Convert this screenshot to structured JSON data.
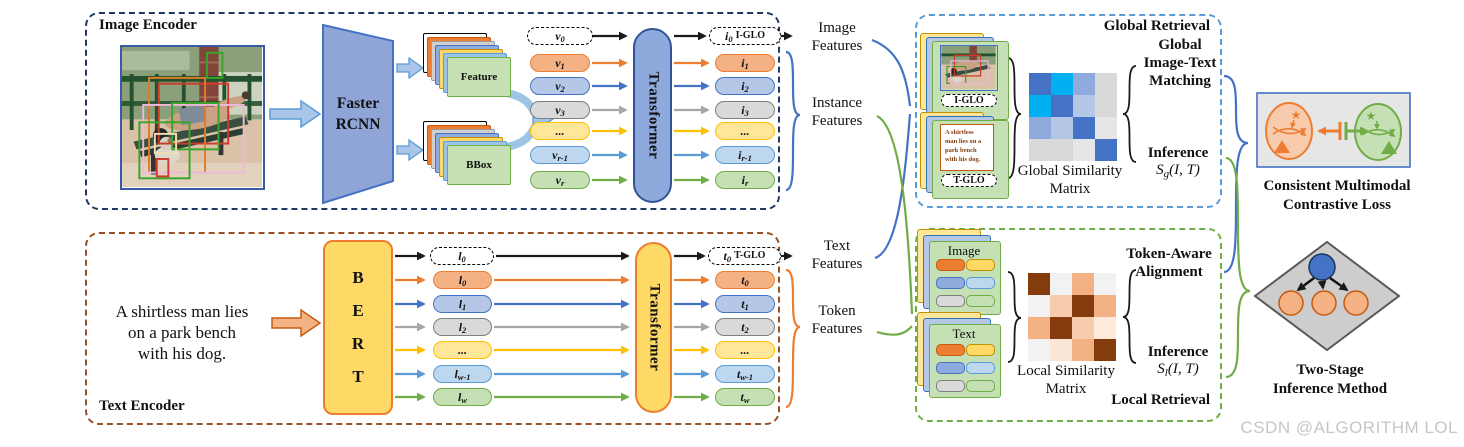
{
  "palette": {
    "orange": "#ED7D31",
    "blue": "#4472C4",
    "light_blue": "#5B9BD5",
    "gray": "#A6A6A6",
    "yellow": "#FFC000",
    "green": "#70AD47",
    "cyan": "#00B0F0",
    "brown": "#843C0C"
  },
  "image_encoder": {
    "title": "Image Encoder",
    "rcnn_lines": [
      "Faster",
      "RCNN"
    ],
    "feature_label": "Feature",
    "bbox_label": "BBox",
    "transformer_label": "Transformer",
    "inputs": [
      {
        "base": "v",
        "sub": "0"
      },
      {
        "base": "v",
        "sub": "1"
      },
      {
        "base": "v",
        "sub": "2"
      },
      {
        "base": "v",
        "sub": "3"
      },
      {
        "base": "...",
        "sub": ""
      },
      {
        "base": "v",
        "sub": "r-1"
      },
      {
        "base": "v",
        "sub": "r"
      }
    ],
    "outputs": [
      {
        "base": "i",
        "sub": "0",
        "suffix": "I-GLO"
      },
      {
        "base": "i",
        "sub": "1"
      },
      {
        "base": "i",
        "sub": "2"
      },
      {
        "base": "i",
        "sub": "3"
      },
      {
        "base": "...",
        "sub": ""
      },
      {
        "base": "i",
        "sub": "r-1"
      },
      {
        "base": "i",
        "sub": "r"
      }
    ]
  },
  "text_encoder": {
    "title": "Text Encoder",
    "caption_lines": [
      "A shirtless man lies",
      "on a park bench",
      "with his dog."
    ],
    "bert_letters": [
      "B",
      "E",
      "R",
      "T"
    ],
    "transformer_label": "Transformer",
    "inputs": [
      {
        "base": "l",
        "sub": "0"
      },
      {
        "base": "l",
        "sub": "0"
      },
      {
        "base": "l",
        "sub": "1"
      },
      {
        "base": "l",
        "sub": "2"
      },
      {
        "base": "...",
        "sub": ""
      },
      {
        "base": "l",
        "sub": "w-1"
      },
      {
        "base": "l",
        "sub": "w"
      }
    ],
    "outputs": [
      {
        "base": "t",
        "sub": "0",
        "suffix": "T-GLO"
      },
      {
        "base": "t",
        "sub": "0"
      },
      {
        "base": "t",
        "sub": "1"
      },
      {
        "base": "t",
        "sub": "2"
      },
      {
        "base": "...",
        "sub": ""
      },
      {
        "base": "t",
        "sub": "w-1"
      },
      {
        "base": "t",
        "sub": "w"
      }
    ]
  },
  "features": {
    "image_lines": [
      "Image",
      "Features"
    ],
    "instance_lines": [
      "Instance",
      "Features"
    ],
    "text_lines": [
      "Text",
      "Features"
    ],
    "token_lines": [
      "Token",
      "Features"
    ]
  },
  "global_retrieval": {
    "title": "Global Retrieval",
    "iglo_label": "I-GLO",
    "tglo_label": "T-GLO",
    "text_card_lines": [
      "A shirtless",
      "man lies on a",
      "park bench",
      "with his dog."
    ],
    "matrix": [
      [
        "#4472C4",
        "#00B0F0",
        "#8FAADC",
        "#D9D9D9"
      ],
      [
        "#00B0F0",
        "#4472C4",
        "#B4C7E7",
        "#D9D9D9"
      ],
      [
        "#8FAADC",
        "#B4C7E7",
        "#4472C4",
        "#E7E6E6"
      ],
      [
        "#D9D9D9",
        "#D9D9D9",
        "#E7E6E6",
        "#4472C4"
      ]
    ],
    "caption_lines": [
      "Global Similarity",
      "Matrix"
    ],
    "matching_lines": [
      "Global",
      "Image-Text",
      "Matching"
    ],
    "inference_label": "Inference",
    "formula": {
      "base": "S",
      "sub": "g",
      "rest": "(I, T)"
    }
  },
  "local_retrieval": {
    "title": "Local Retrieval",
    "image_card_label": "Image",
    "text_card_label": "Text",
    "matrix": [
      [
        "#843C0C",
        "#F2F2F2",
        "#F4B183",
        "#F2F2F2"
      ],
      [
        "#F2F2F2",
        "#F8CBAD",
        "#843C0C",
        "#F4B183"
      ],
      [
        "#F4B183",
        "#843C0C",
        "#F8CBAD",
        "#FDEADA"
      ],
      [
        "#F2F2F2",
        "#FBE5D6",
        "#F4B183",
        "#843C0C"
      ]
    ],
    "caption_lines": [
      "Local Similarity",
      "Matrix"
    ],
    "alignment_lines": [
      "Token-Aware",
      "Alignment"
    ],
    "inference_label": "Inference",
    "formula": {
      "base": "S",
      "sub": "l",
      "rest": "(I, T)"
    }
  },
  "right_panel": {
    "loss_title_lines": [
      "Consistent Multimodal",
      "Contrastive Loss"
    ],
    "inference_title_lines": [
      "Two-Stage",
      "Inference Method"
    ]
  },
  "watermark": "CSDN @ALGORITHM LOL"
}
